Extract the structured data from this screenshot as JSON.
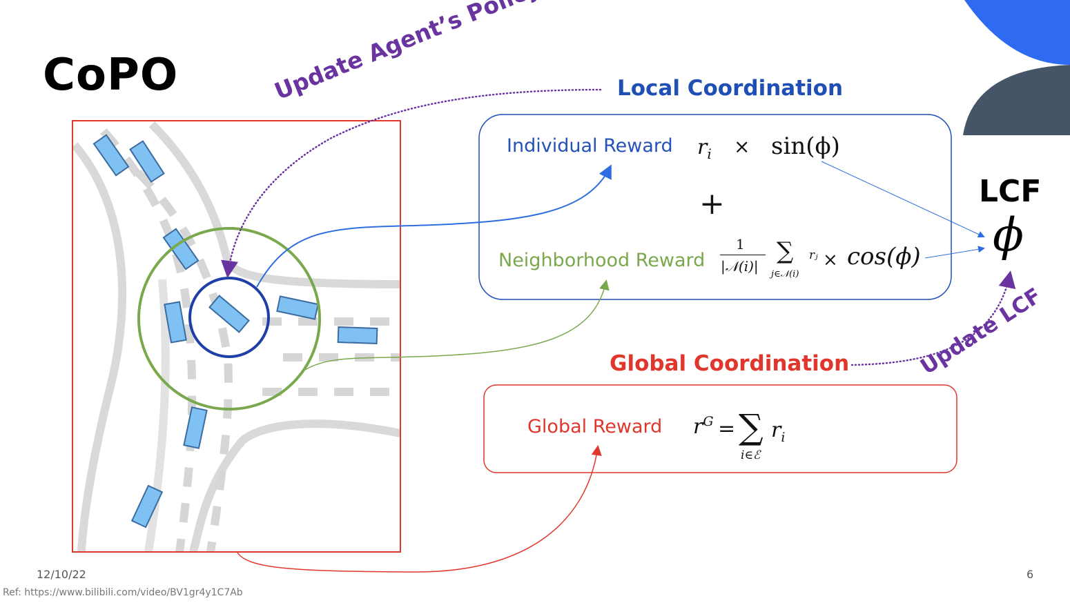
{
  "slide": {
    "title": "CoPO",
    "date": "12/10/22",
    "page_number": "6",
    "reference": "Ref: https://www.bilibili.com/video/BV1gr4y1C7Ab"
  },
  "local": {
    "title": "Local Coordination",
    "individual_label": "Individual Reward",
    "individual_var": "r",
    "individual_sub": "i",
    "times": "×",
    "sin_phi": "sin(ϕ)",
    "plus": "+",
    "neighborhood_label": "Neighborhood Reward",
    "frac_num": "1",
    "frac_den": "|𝒩(i)|",
    "sum": "∑",
    "sum_sub": "j∈𝒩(i)",
    "rj": "rⱼ",
    "cos_phi": "cos(ϕ)"
  },
  "global": {
    "title": "Global Coordination",
    "label": "Global Reward",
    "rg": "r",
    "rg_sup": "G",
    "eq": "=",
    "sum": "∑",
    "sum_sub": "i∈ℰ",
    "ri": "r",
    "ri_sub": "i"
  },
  "lcf": {
    "label": "LCF",
    "symbol": "ϕ"
  },
  "annotations": {
    "update_policy": "Update Agent’s Policy",
    "update_lcf": "Update LCF"
  },
  "colors": {
    "local_blue": "#1f4fb5",
    "neighbor_green": "#7aa84c",
    "global_red": "#e0362c",
    "update_purple": "#6a34a0",
    "car_blue": "#7fc1f2"
  }
}
